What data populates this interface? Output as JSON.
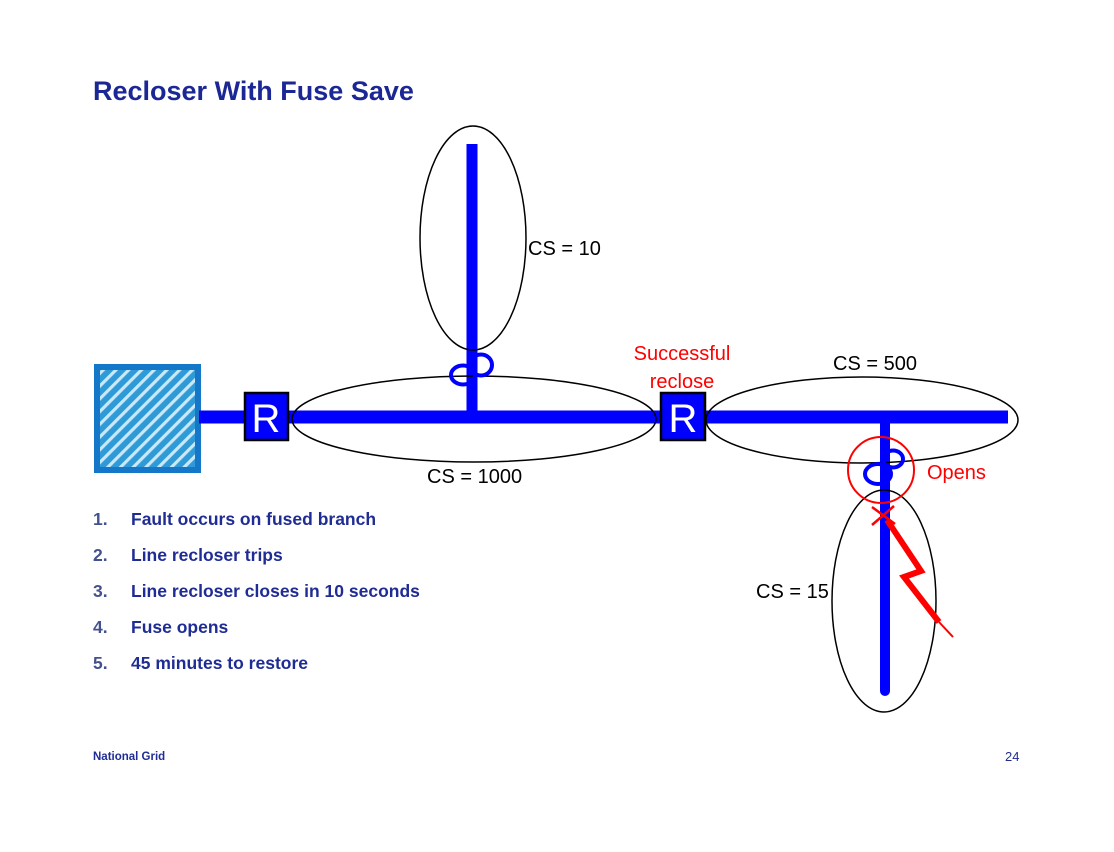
{
  "slide": {
    "title": "Recloser With Fuse Save",
    "footer_brand": "National Grid",
    "page_number": "24"
  },
  "diagram": {
    "labels": {
      "cs_top_branch": "CS = 10",
      "cs_main_zone": "CS = 1000",
      "cs_right_zone": "CS = 500",
      "cs_bottom_branch": "CS = 15",
      "successful_reclose_line1": "Successful",
      "successful_reclose_line2": "reclose",
      "opens": "Opens",
      "recloser_1": "R",
      "recloser_2": "R"
    },
    "colors": {
      "line_blue": "#0000ff",
      "annotation_red": "#ff0000",
      "outline_black": "#000000",
      "substation_fill": "#2e9ad8",
      "substation_stripe": "#c9e8f8",
      "substation_border": "#1577c8",
      "text_navy": "#1f2c94"
    }
  },
  "steps": {
    "items": [
      {
        "num": "1.",
        "text": "Fault occurs on fused branch"
      },
      {
        "num": "2.",
        "text": "Line recloser trips"
      },
      {
        "num": "3.",
        "text": "Line recloser closes in 10 seconds"
      },
      {
        "num": "4.",
        "text": "Fuse opens"
      },
      {
        "num": "5.",
        "text": "45 minutes to restore"
      }
    ]
  }
}
